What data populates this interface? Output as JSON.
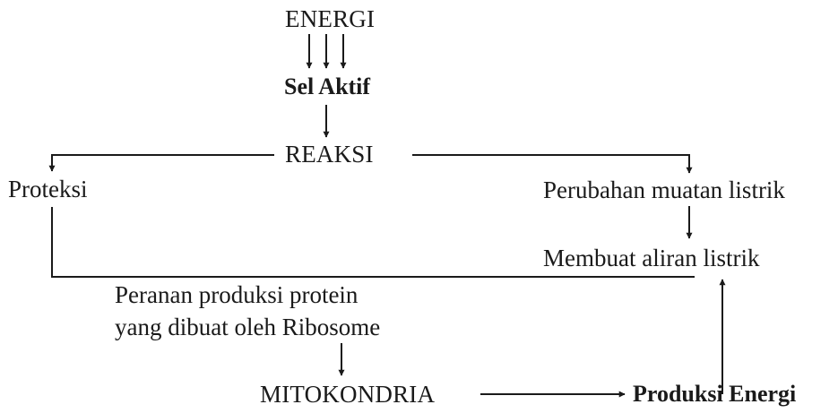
{
  "nodes": {
    "energi": "ENERGI",
    "sel_aktif": "Sel Aktif",
    "reaksi": "REAKSI",
    "proteksi": "Proteksi",
    "perubahan": "Perubahan muatan listrik",
    "membuat": "Membuat aliran listrik",
    "peranan_1": "Peranan produksi protein",
    "peranan_2": "yang dibuat oleh Ribosome",
    "mitokondria": "MITOKONDRIA",
    "produksi": "Produksi Energi"
  },
  "colors": {
    "ink": "#1a1a1a",
    "background": "#ffffff"
  }
}
